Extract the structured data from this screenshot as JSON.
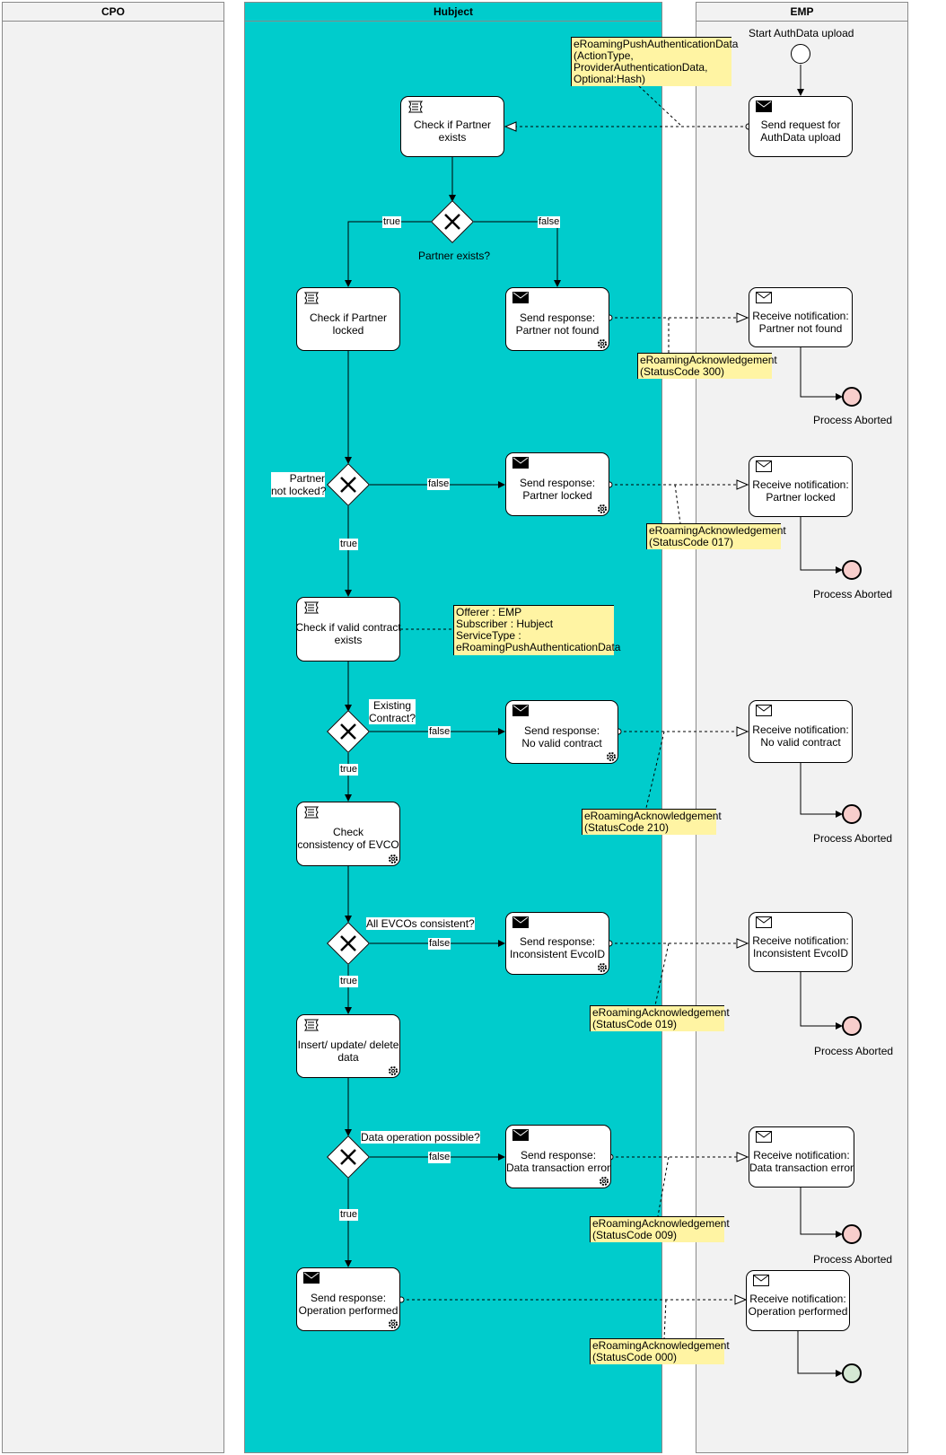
{
  "lanes": {
    "cpo": "CPO",
    "hubject": "Hubject",
    "emp": "EMP"
  },
  "start_event": "Start AuthData upload",
  "emp_request": {
    "l1": "Send request for",
    "l2": "AuthData upload"
  },
  "request_note": {
    "l1": "eRoamingPushAuthenticationData",
    "l2": "(ActionType,",
    "l3": "ProviderAuthenticationData,",
    "l4": "Optional:Hash)"
  },
  "tasks": {
    "check_partner": {
      "l1": "Check if Partner",
      "l2": "exists"
    },
    "check_locked": {
      "l1": "Check if Partner",
      "l2": "locked"
    },
    "check_contract": {
      "l1": "Check if valid contract",
      "l2": "exists"
    },
    "check_evco": {
      "l1": "Check",
      "l2": "consistency of EVCO"
    },
    "data_op": {
      "l1": "Insert/ update/ delete",
      "l2": "data"
    },
    "resp_not_found": {
      "l1": "Send response:",
      "l2": "Partner not found"
    },
    "resp_locked": {
      "l1": "Send response:",
      "l2": "Partner locked"
    },
    "resp_no_contract": {
      "l1": "Send response:",
      "l2": "No valid contract"
    },
    "resp_inconsistent": {
      "l1": "Send response:",
      "l2": "Inconsistent EvcoID"
    },
    "resp_data_error": {
      "l1": "Send response:",
      "l2": "Data transaction error"
    },
    "resp_performed": {
      "l1": "Send response:",
      "l2": "Operation performed"
    }
  },
  "emp_receive": {
    "not_found": {
      "l1": "Receive notification:",
      "l2": "Partner not found"
    },
    "locked": {
      "l1": "Receive notification:",
      "l2": "Partner locked"
    },
    "no_contract": {
      "l1": "Receive notification:",
      "l2": "No valid contract"
    },
    "inconsistent": {
      "l1": "Receive notification:",
      "l2": "Inconsistent EvcoID"
    },
    "data_error": {
      "l1": "Receive notification:",
      "l2": "Data transaction error"
    },
    "performed": {
      "l1": "Receive notification:",
      "l2": "Operation performed"
    }
  },
  "gateways": {
    "partner_exists": "Partner exists?",
    "partner_not_locked_1": "Partner",
    "partner_not_locked_2": "not locked?",
    "existing_contract_1": "Existing",
    "existing_contract_2": "Contract?",
    "evcos_consistent": "All EVCOs consistent?",
    "data_possible": "Data operation possible?"
  },
  "flow_labels": {
    "true_label": "true",
    "false_label": "false"
  },
  "contract_note": {
    "l1": "Offerer : EMP",
    "l2": "Subscriber : Hubject",
    "l3": "ServiceType :",
    "l4": "eRoamingPushAuthenticationData"
  },
  "ack_notes": {
    "title": "eRoamingAcknowledgement",
    "s300": "(StatusCode 300)",
    "s017": "(StatusCode 017)",
    "s210": "(StatusCode 210)",
    "s019": "(StatusCode 019)",
    "s009": "(StatusCode 009)",
    "s000": "(StatusCode 000)"
  },
  "end_label": "Process Aborted",
  "colors": {
    "hubject_lane": "#00cccc",
    "side_lane": "#f2f2f2",
    "note": "#fff4a3",
    "abort_end": "#f8cecc",
    "success_end": "#d5e8d4"
  }
}
